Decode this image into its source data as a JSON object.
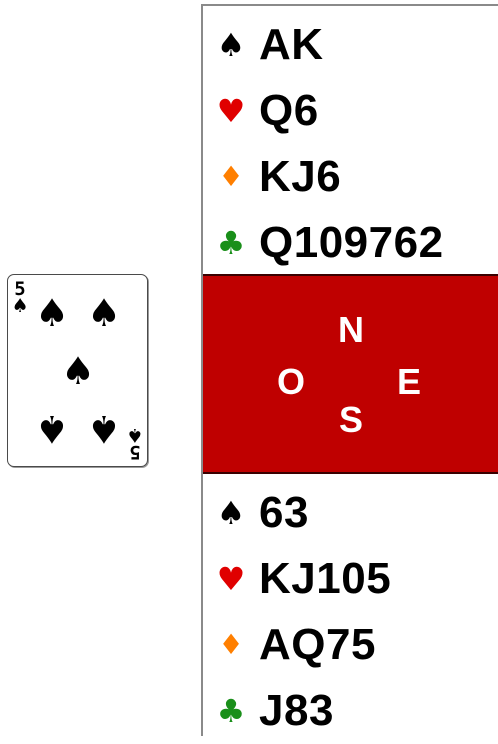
{
  "played_card": {
    "rank": "5",
    "suit_symbol": "♠",
    "suit_name": "spade-icon"
  },
  "north": {
    "spades": {
      "symbol": "♠",
      "cards": "AK"
    },
    "hearts": {
      "symbol": "♥",
      "cards": "Q6"
    },
    "diamonds": {
      "symbol": "♦",
      "cards": "KJ6"
    },
    "clubs": {
      "symbol": "♣",
      "cards": "Q109762"
    }
  },
  "compass": {
    "north": "N",
    "west": "O",
    "east": "E",
    "south": "S",
    "background_color": "#bf0000"
  },
  "south": {
    "spades": {
      "symbol": "♠",
      "cards": "63"
    },
    "hearts": {
      "symbol": "♥",
      "cards": "KJ105"
    },
    "diamonds": {
      "symbol": "♦",
      "cards": "AQ75"
    },
    "clubs": {
      "symbol": "♣",
      "cards": "J83"
    }
  },
  "colors": {
    "spades": "#000000",
    "hearts": "#e00000",
    "diamonds": "#ff7f00",
    "clubs": "#1a8f1a"
  }
}
